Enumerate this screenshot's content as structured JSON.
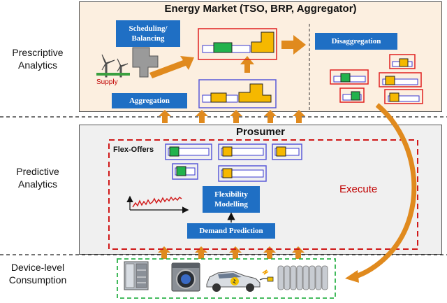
{
  "side_labels": {
    "prescriptive": [
      "Prescriptive",
      "Analytics"
    ],
    "predictive": [
      "Predictive",
      "Analytics"
    ],
    "device": [
      "Device-level",
      "Consumption"
    ]
  },
  "market": {
    "title": "Energy Market (TSO, BRP, Aggregator)",
    "scheduling": [
      "Scheduling/",
      "Balancing"
    ],
    "supply": "Supply",
    "aggregation": "Aggregation",
    "disaggregation": "Disaggregation"
  },
  "prosumer": {
    "title": "Prosumer",
    "flex_offers": "Flex-Offers",
    "flexibility": [
      "Flexibility",
      "Modelling"
    ],
    "demand_prediction": "Demand Prediction",
    "execute": "Execute"
  },
  "devices": [
    "refrigerator-icon",
    "washing-machine-icon",
    "electric-car-icon",
    "radiator-icon"
  ],
  "colors": {
    "market_bg": "#fcefe0",
    "prosumer_bg": "#f0f0f0",
    "process_box": "#1f6fc4",
    "arrow": "#e08a1e",
    "flex_green": "#22b24c",
    "flex_orange": "#f5b800",
    "outline_red": "#e02020",
    "outline_blue": "#5a5ad8",
    "devices_border": "#2db34a"
  }
}
